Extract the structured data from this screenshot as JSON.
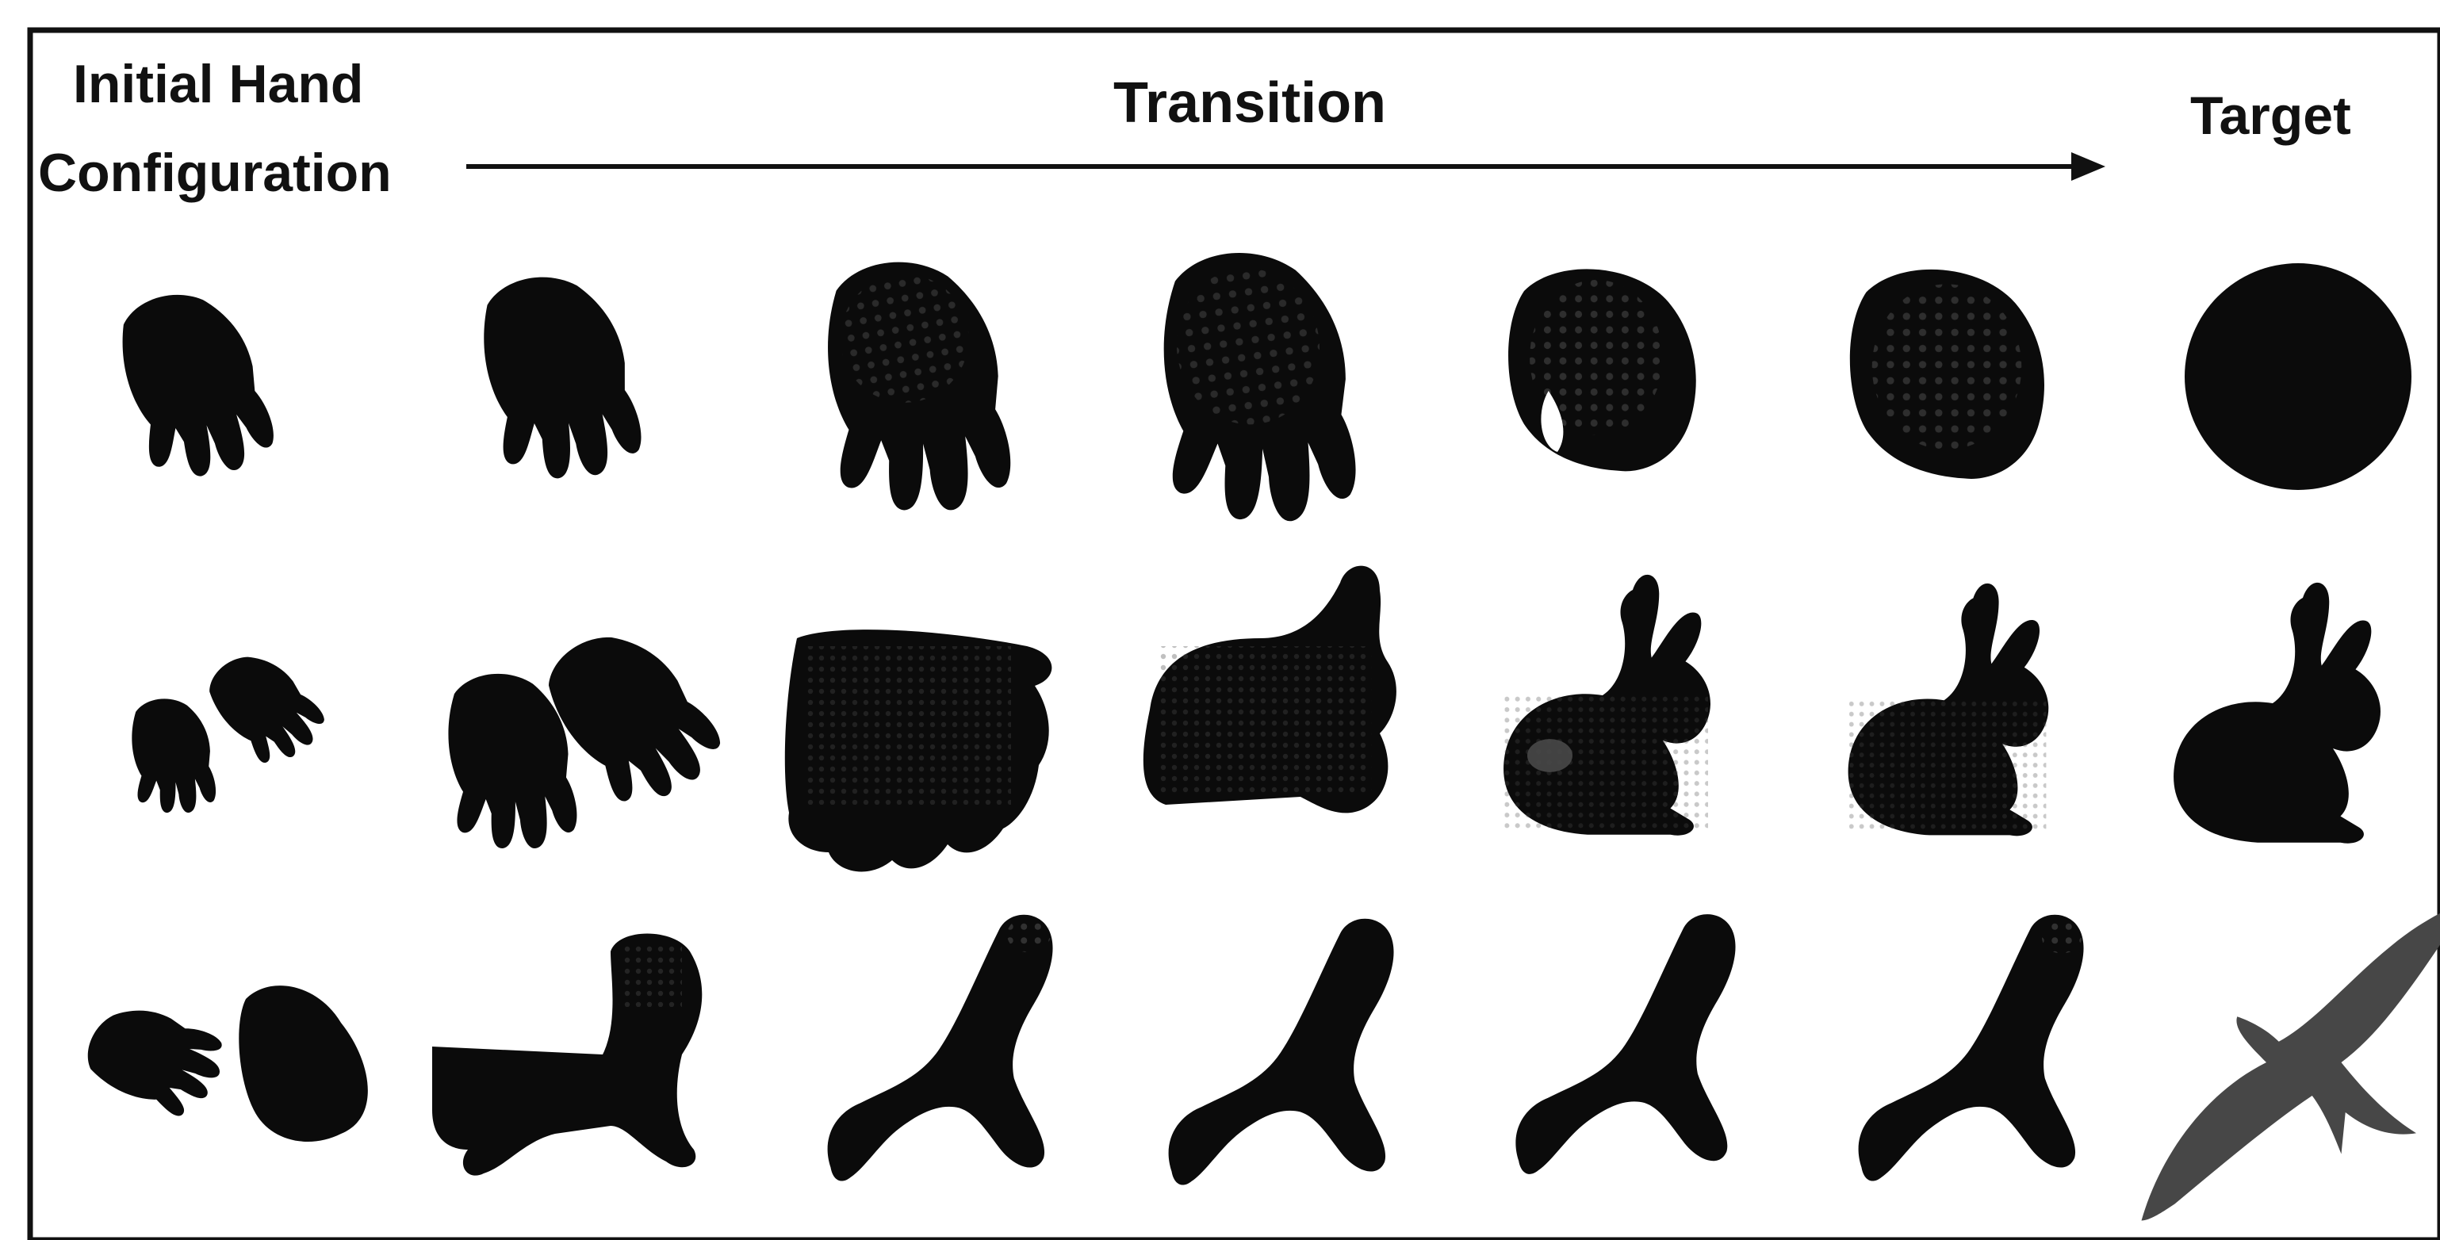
{
  "header": {
    "initial_line1": "Initial Hand",
    "initial_line2": "Configuration",
    "transition": "Transition",
    "target": "Target"
  },
  "rows": [
    {
      "target_shape": "circle",
      "stages": [
        "initial-hand",
        "transition-1",
        "transition-2",
        "transition-3",
        "transition-4",
        "transition-5",
        "target-circle"
      ]
    },
    {
      "target_shape": "rabbit",
      "stages": [
        "initial-two-hands",
        "transition-1",
        "transition-2",
        "transition-3",
        "transition-4",
        "transition-5",
        "target-rabbit"
      ]
    },
    {
      "target_shape": "bird",
      "stages": [
        "initial-two-hands",
        "transition-1",
        "transition-2",
        "transition-3",
        "transition-4",
        "transition-5",
        "target-bird"
      ]
    }
  ],
  "colors": {
    "silhouette": "#0b0b0b",
    "texture": "#3a3a3a",
    "bird_target": "#474747",
    "border": "#111111",
    "background": "#ffffff"
  },
  "icons": {
    "arrow": "right-arrow-icon"
  }
}
